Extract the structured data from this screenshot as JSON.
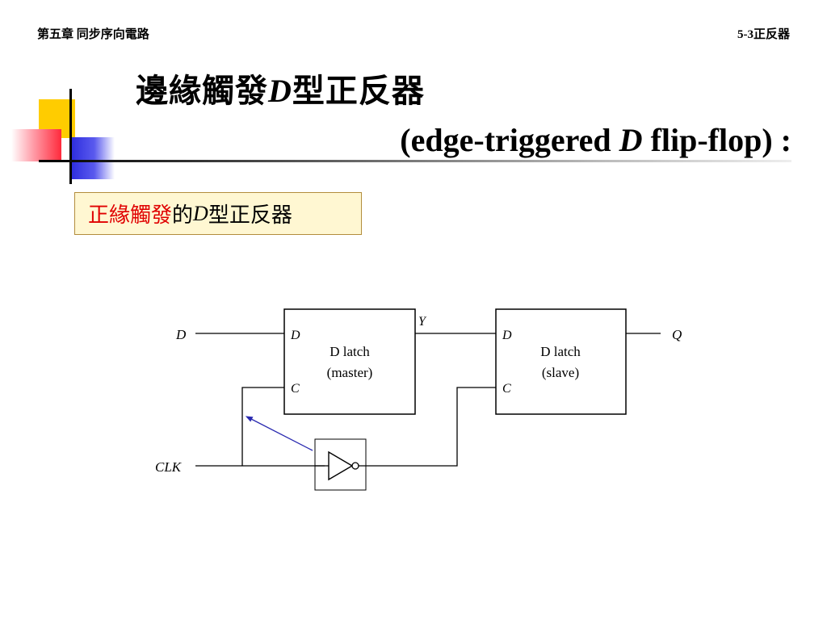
{
  "header": {
    "chapter": "第五章 同步序向電路",
    "section": "5-3正反器"
  },
  "title": {
    "zh_prefix": "邊緣觸發",
    "zh_var": "D",
    "zh_suffix": "型正反器",
    "en_open": "(edge-triggered ",
    "en_var": "D",
    "en_close": " flip-flop) :"
  },
  "caption": {
    "highlight": "正緣觸發",
    "rest_prefix": "的",
    "var": "D",
    "rest_suffix": "型正反器"
  },
  "colors": {
    "caption_highlight": "#e00000",
    "caption_bg": "#fff7d2",
    "caption_border": "#b38d3c",
    "arrow": "#2a2ab0",
    "deco_yellow": "#ffcc00",
    "deco_red": "#ff2a3c",
    "deco_blue": "#2a2add"
  },
  "circuit": {
    "input_d": "D",
    "input_clk": "CLK",
    "output_q": "Q",
    "intermediate_y": "Y",
    "master": {
      "name": "D latch",
      "role": "(master)",
      "pin_d": "D",
      "pin_c": "C"
    },
    "slave": {
      "name": "D latch",
      "role": "(slave)",
      "pin_d": "D",
      "pin_c": "C"
    },
    "inverter_icon": "not-gate-icon"
  }
}
